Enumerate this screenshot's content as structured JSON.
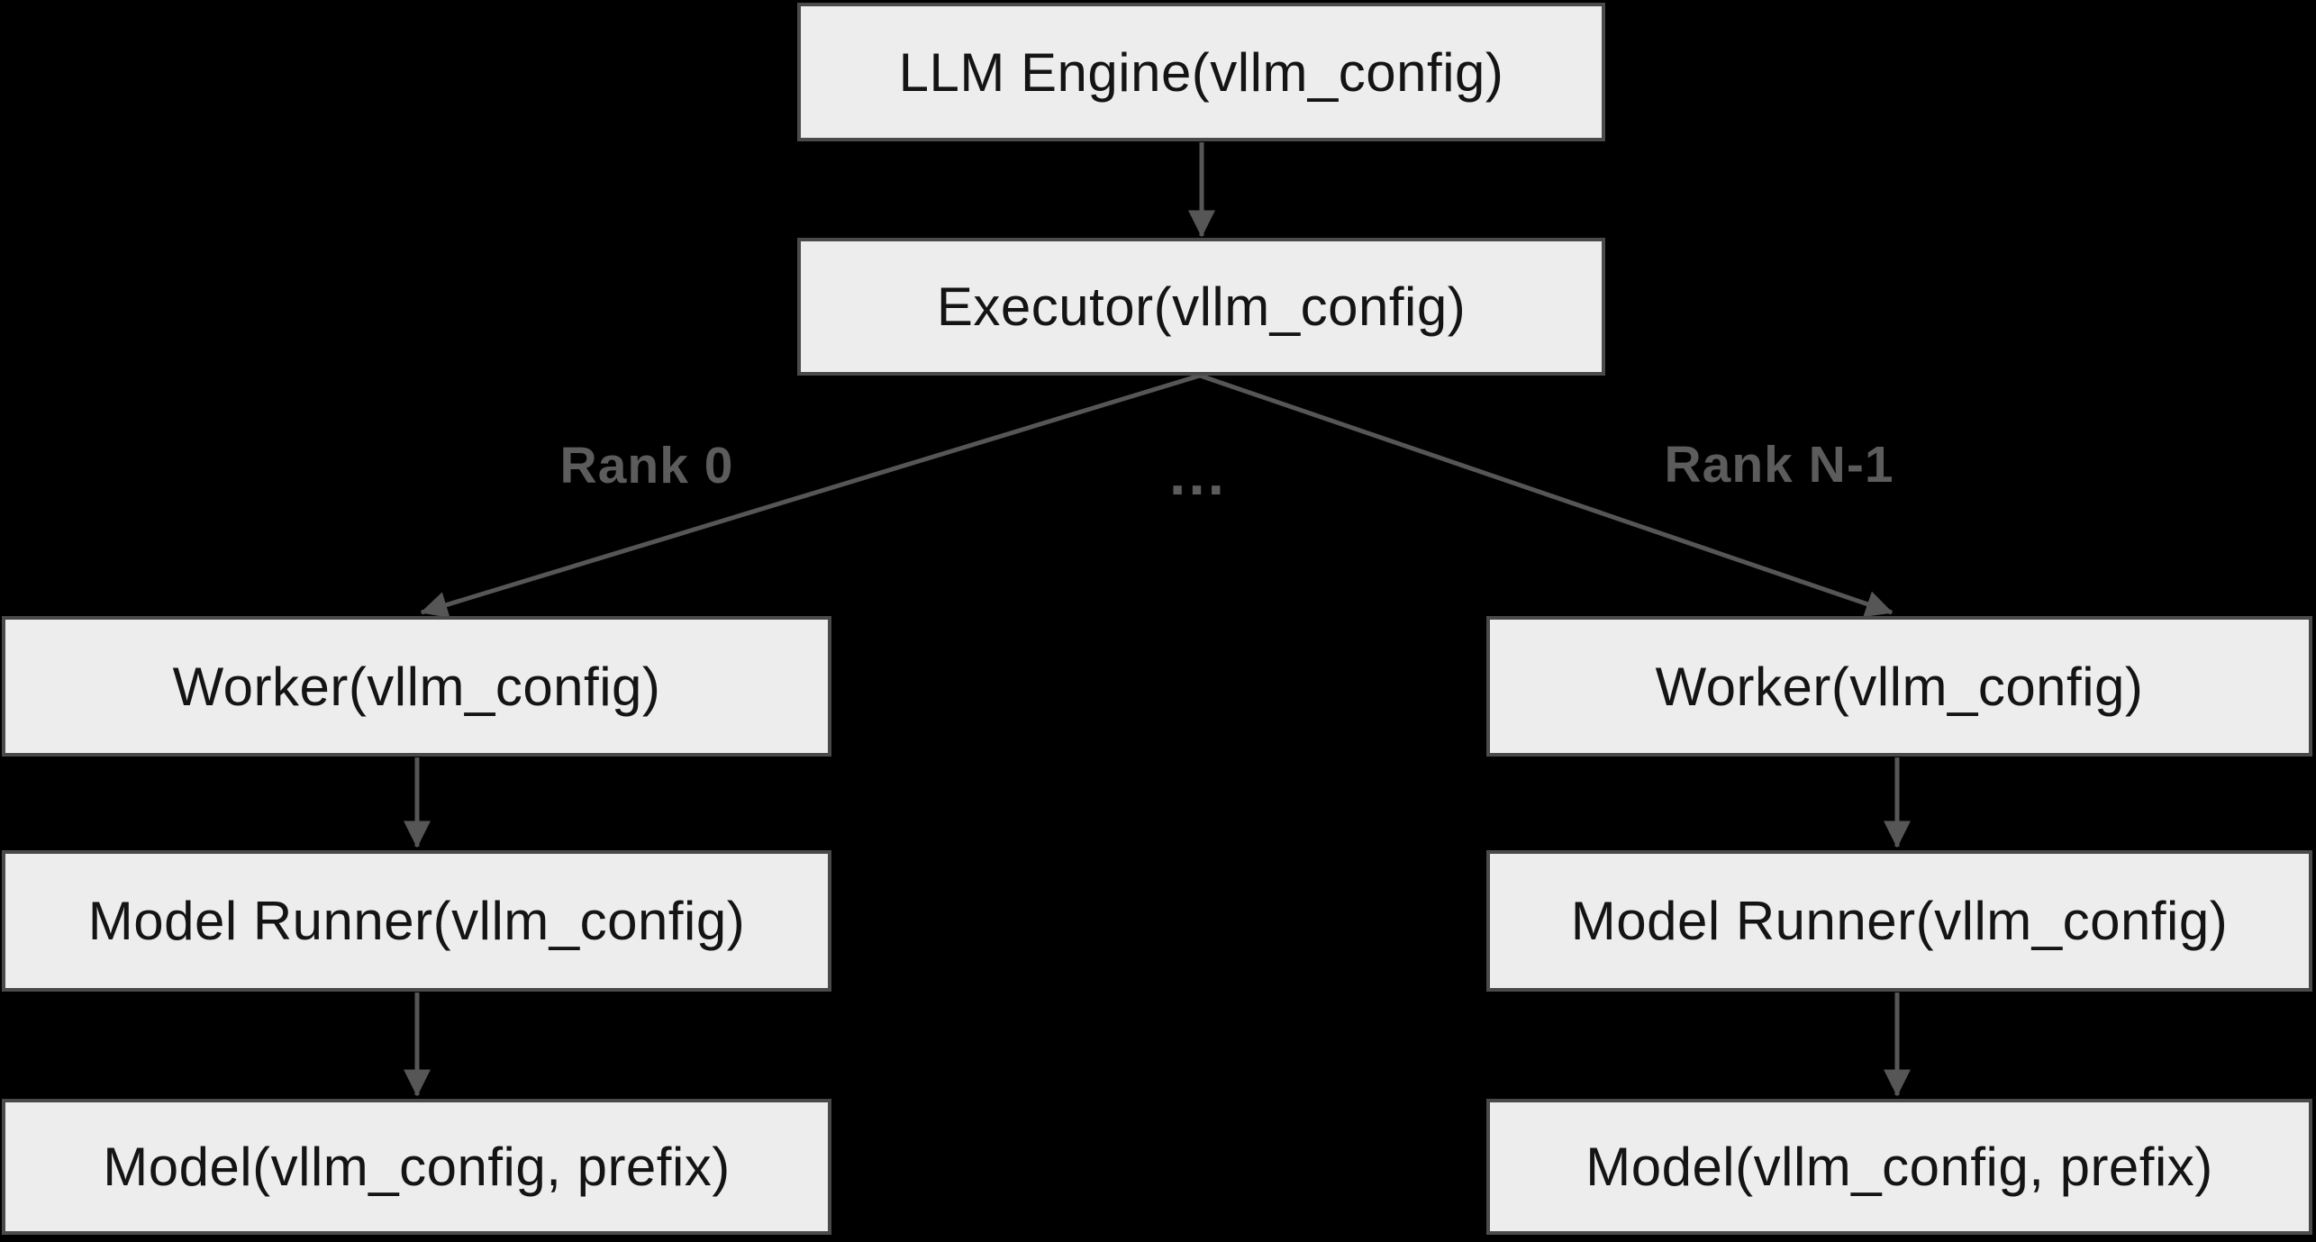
{
  "colors": {
    "background": "#000000",
    "node_fill": "#ededed",
    "node_border": "#4a4a4a",
    "node_text": "#141414",
    "arrow": "#565656",
    "edge_label_text": "#5c5c5c"
  },
  "nodes": {
    "llm_engine": "LLM Engine(vllm_config)",
    "executor": "Executor(vllm_config)",
    "worker_rank0": "Worker(vllm_config)",
    "worker_rankn": "Worker(vllm_config)",
    "model_runner_rank0": "Model Runner(vllm_config)",
    "model_runner_rankn": "Model Runner(vllm_config)",
    "model_rank0": "Model(vllm_config, prefix)",
    "model_rankn": "Model(vllm_config, prefix)"
  },
  "edge_labels": {
    "rank0": "Rank 0",
    "ellipsis": "...",
    "rank_n": "Rank N-1"
  }
}
